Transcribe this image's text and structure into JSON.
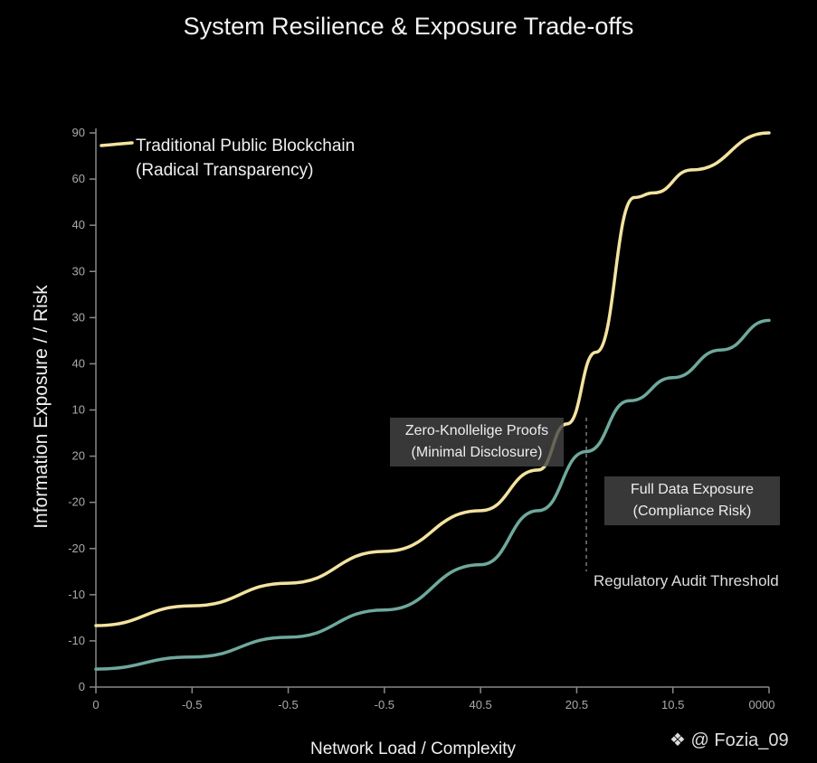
{
  "chart_data": {
    "type": "line",
    "title": "System Resilience & Exposure Trade-offs",
    "xlabel": "Network Load / Complexity",
    "ylabel": "Information Exposure / / Risk",
    "x_tick_labels": [
      "0",
      "-0.5",
      "-0.5",
      "-0.5",
      "40.5",
      "20.5",
      "10.5",
      "0000"
    ],
    "y_tick_labels": [
      "0",
      "-10",
      "-10",
      "-20",
      "-20",
      "20",
      "10",
      "40",
      "30",
      "30",
      "40",
      "60",
      "90"
    ],
    "xlim": [
      0,
      7
    ],
    "ylim": [
      0,
      12
    ],
    "grid": false,
    "legend_position": "top-left",
    "series": [
      {
        "name": "Traditional Public Blockchain (Radical Transparency)",
        "color": "#f3e3a0",
        "x": [
          0,
          1,
          2,
          3,
          4,
          4.6,
          4.9,
          5.2,
          5.6,
          5.8,
          6.2,
          7
        ],
        "y": [
          1.33,
          1.76,
          2.25,
          2.94,
          3.82,
          4.7,
          5.7,
          7.25,
          10.6,
          10.7,
          11.2,
          12.0
        ]
      },
      {
        "name": "Full Data Exposure (Compliance Risk)",
        "color": "#6fa89c",
        "x": [
          0,
          1,
          2,
          3,
          4,
          4.6,
          5.1,
          5.55,
          6.0,
          6.5,
          7
        ],
        "y": [
          0.39,
          0.65,
          1.08,
          1.67,
          2.65,
          3.82,
          5.1,
          6.2,
          6.7,
          7.3,
          7.94
        ]
      }
    ],
    "annotations": [
      {
        "text_line1": "Zero-Knollelige Proofs",
        "text_line2": "(Minimal Disclosure)"
      },
      {
        "text_line1": "Full Data Exposure",
        "text_line2": "(Compliance Risk)"
      },
      {
        "text": "Regulatory Audit Threshold",
        "x": 5.1
      }
    ],
    "legend": {
      "line1": "Traditional Public Blockchain",
      "line2": "(Radical Transparency)"
    }
  },
  "watermark": "@ Fozia_09"
}
